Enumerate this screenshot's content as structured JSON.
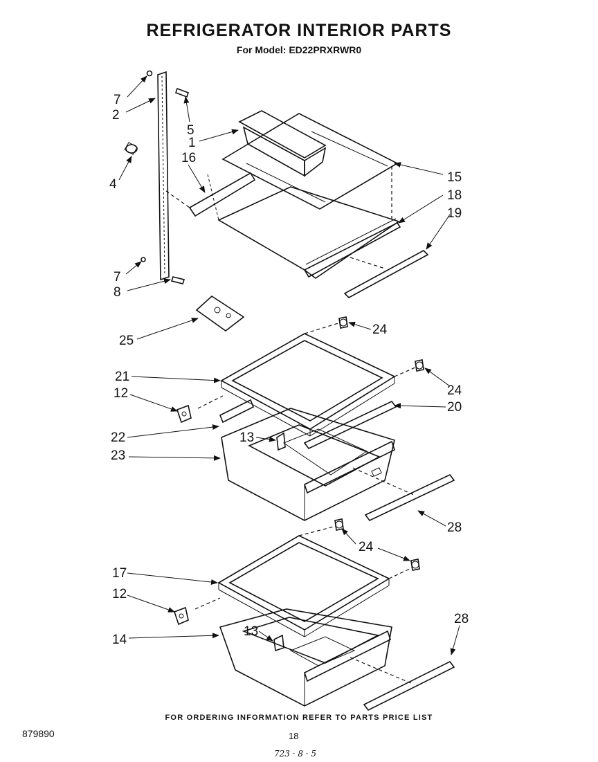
{
  "header": {
    "title": "REFRIGERATOR INTERIOR PARTS",
    "model_line": "For Model: ED22PRXRWR0"
  },
  "callouts": {
    "c7a": "7",
    "c2": "2",
    "c5": "5",
    "c1": "1",
    "c16": "16",
    "c4": "4",
    "c15": "15",
    "c18": "18",
    "c19": "19",
    "c7b": "7",
    "c8": "8",
    "c25": "25",
    "c24a": "24",
    "c21": "21",
    "c24b": "24",
    "c12a": "12",
    "c20": "20",
    "c22": "22",
    "c13a": "13",
    "c23": "23",
    "c28a": "28",
    "c24c": "24",
    "c17": "17",
    "c12b": "12",
    "c28b": "28",
    "c13b": "13",
    "c14": "14"
  },
  "footer": {
    "ordering_note": "FOR ORDERING INFORMATION REFER TO PARTS PRICE LIST",
    "doc_number": "879890",
    "page_number": "18",
    "handwritten_date": "723 · 8 · 5"
  }
}
